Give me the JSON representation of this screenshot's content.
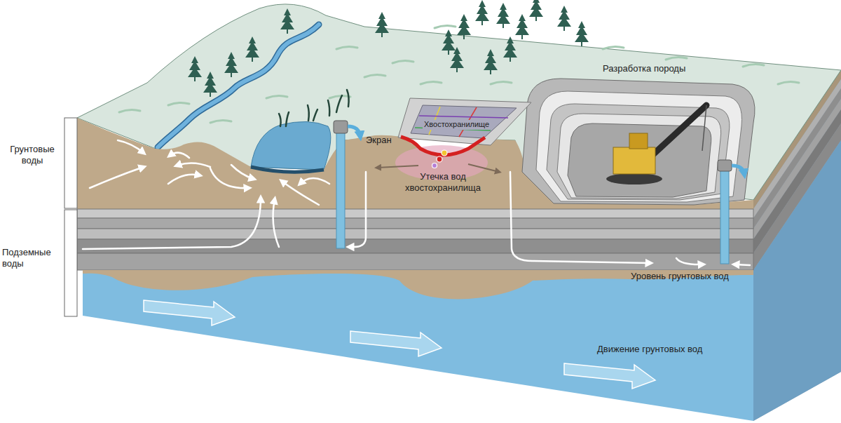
{
  "diagram": {
    "labels": [
      "Грунтовые воды",
      "Подземные воды",
      "Разработка породы",
      "Хвостохранилище",
      "Экран",
      "Утечка вод хвостохранилища",
      "Уровень грунтовых вод",
      "Движение грунтовых вод"
    ]
  }
}
